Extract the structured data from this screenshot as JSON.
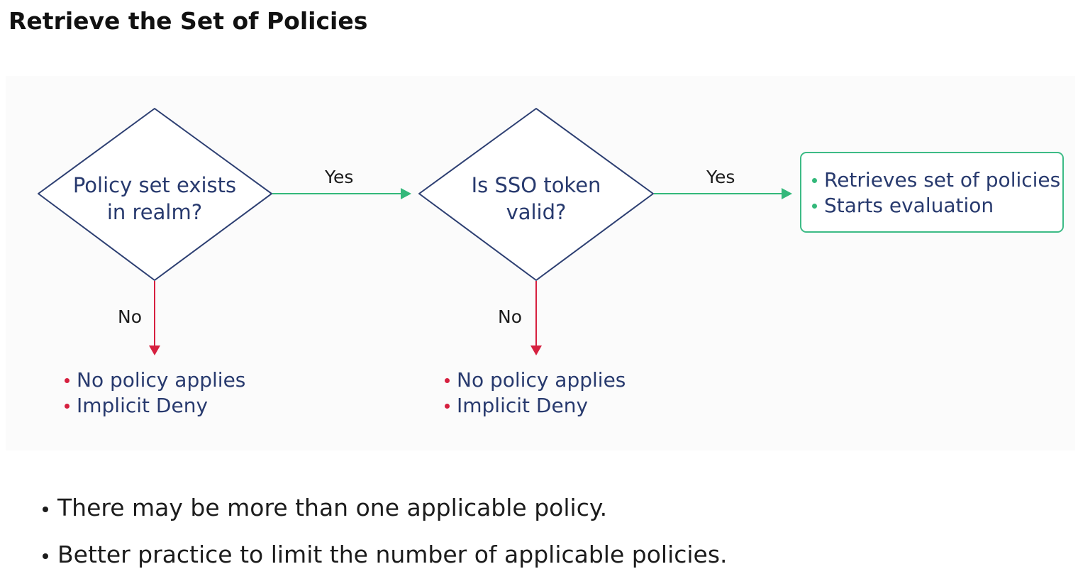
{
  "title": "Retrieve the Set of Policies",
  "colors": {
    "node_text": "#283a6e",
    "diamond_stroke": "#2d3f72",
    "yes_arrow": "#33b87a",
    "no_arrow": "#d6203f",
    "result_border": "#3dbb86"
  },
  "flow": {
    "decision1": {
      "text": "Policy set exists\nin realm?"
    },
    "decision2": {
      "text": "Is SSO token\nvalid?"
    },
    "yes1_label": "Yes",
    "yes2_label": "Yes",
    "no1_label": "No",
    "no2_label": "No",
    "no1_outcome": [
      "No policy applies",
      "Implicit Deny"
    ],
    "no2_outcome": [
      "No policy applies",
      "Implicit Deny"
    ],
    "yes_outcome": [
      "Retrieves set of policies",
      "Starts evaluation"
    ]
  },
  "notes": [
    "There may be more than one applicable policy.",
    "Better practice to limit the number of applicable policies."
  ]
}
